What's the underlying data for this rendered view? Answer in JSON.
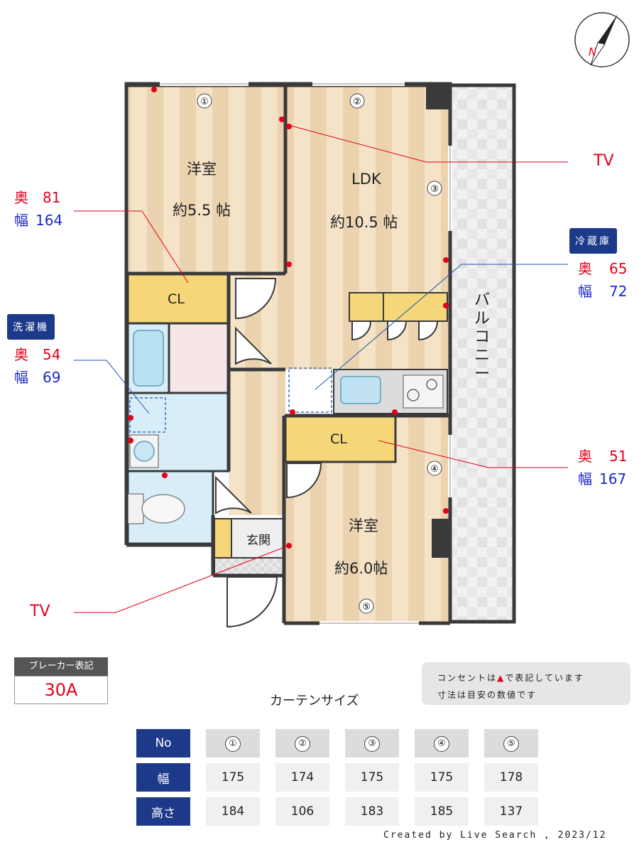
{
  "rooms": {
    "western1": {
      "name": "洋室",
      "size": "約5.5 帖"
    },
    "ldk": {
      "name": "LDK",
      "size": "約10.5 帖"
    },
    "western2": {
      "name": "洋室",
      "size": "約6.0帖"
    },
    "cl1": "CL",
    "cl2": "CL",
    "entrance": "玄関",
    "balcony": "バルコニー"
  },
  "window_markers": [
    "①",
    "②",
    "③",
    "④",
    "⑤"
  ],
  "tv_labels": [
    "TV",
    "TV"
  ],
  "specs": {
    "cl_west1": {
      "depth_label": "奥",
      "depth": "81",
      "width_label": "幅",
      "width": "164"
    },
    "washer": {
      "tag": "洗濯機",
      "depth_label": "奥",
      "depth": "54",
      "width_label": "幅",
      "width": "69"
    },
    "fridge": {
      "tag": "冷蔵庫",
      "depth_label": "奥",
      "depth": "65",
      "width_label": "幅",
      "width": "72"
    },
    "cl_west2": {
      "depth_label": "奥",
      "depth": "51",
      "width_label": "幅",
      "width": "167"
    }
  },
  "compass": {
    "letter": "N"
  },
  "breaker": {
    "label": "ブレーカー表記",
    "value": "30A"
  },
  "note": {
    "line1_before": "コンセントは",
    "line1_after": "で表記しています",
    "line2": "寸法は目安の数値です"
  },
  "curtain": {
    "title": "カーテンサイズ",
    "row_headers": [
      "No",
      "幅",
      "高さ"
    ],
    "numbers": [
      "①",
      "②",
      "③",
      "④",
      "⑤"
    ],
    "widths": [
      "175",
      "174",
      "175",
      "175",
      "178"
    ],
    "heights": [
      "184",
      "106",
      "183",
      "185",
      "137"
    ]
  },
  "credit": "Created by Live Search , 2023/12",
  "colors": {
    "outlet": "#e3001b",
    "navy": "#1d3a8a",
    "wall": "#3a3a3a",
    "floor": "#f3dfc4",
    "closet": "#f5d77a"
  }
}
